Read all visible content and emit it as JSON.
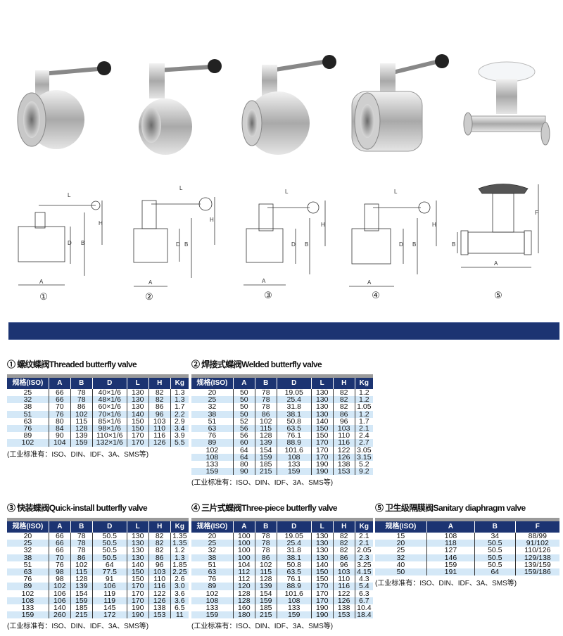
{
  "figures": {
    "numbers": [
      "①",
      "②",
      "③",
      "④",
      "⑤"
    ],
    "dimension_labels": {
      "L": "L",
      "H": "H",
      "D": "D",
      "B": "B",
      "A": "A",
      "F": "F"
    }
  },
  "colors": {
    "banner": "#1c3472",
    "header": "#1c3472",
    "alt_row": "#d4e8f7"
  },
  "tables": [
    {
      "title": "① 螺纹蝶阀Threaded butterfly valve",
      "columns": [
        "规格(ISO)",
        "A",
        "B",
        "D",
        "L",
        "H",
        "Kg"
      ],
      "rows": [
        [
          "25",
          "66",
          "78",
          "40×1/6",
          "130",
          "82",
          "1.3"
        ],
        [
          "32",
          "66",
          "78",
          "48×1/6",
          "130",
          "82",
          "1.3"
        ],
        [
          "38",
          "70",
          "86",
          "60×1/6",
          "130",
          "86",
          "1.7"
        ],
        [
          "51",
          "76",
          "102",
          "70×1/6",
          "140",
          "96",
          "2.2"
        ],
        [
          "63",
          "80",
          "115",
          "85×1/6",
          "150",
          "103",
          "2.9"
        ],
        [
          "76",
          "84",
          "128",
          "98×1/6",
          "150",
          "110",
          "3.4"
        ],
        [
          "89",
          "90",
          "139",
          "110×1/6",
          "170",
          "116",
          "3.9"
        ],
        [
          "102",
          "104",
          "159",
          "132×1/6",
          "170",
          "126",
          "5.5"
        ]
      ],
      "note": "(工业标准有：ISO、DIN、IDF、3A、SMS等)"
    },
    {
      "title": "② 焊接式蝶阀Welded butterfly valve",
      "columns": [
        "规格(ISO)",
        "A",
        "B",
        "D",
        "L",
        "H",
        "Kg"
      ],
      "rows": [
        [
          "20",
          "50",
          "78",
          "19.05",
          "130",
          "82",
          "1.2"
        ],
        [
          "25",
          "50",
          "78",
          "25.4",
          "130",
          "82",
          "1.2"
        ],
        [
          "32",
          "50",
          "78",
          "31.8",
          "130",
          "82",
          "1.05"
        ],
        [
          "38",
          "50",
          "86",
          "38.1",
          "130",
          "86",
          "1.2"
        ],
        [
          "51",
          "52",
          "102",
          "50.8",
          "140",
          "96",
          "1.7"
        ],
        [
          "63",
          "56",
          "115",
          "63.5",
          "150",
          "103",
          "2.1"
        ],
        [
          "76",
          "56",
          "128",
          "76.1",
          "150",
          "110",
          "2.4"
        ],
        [
          "89",
          "60",
          "139",
          "88.9",
          "170",
          "116",
          "2.7"
        ],
        [
          "102",
          "64",
          "154",
          "101.6",
          "170",
          "122",
          "3.05"
        ],
        [
          "108",
          "64",
          "159",
          "108",
          "170",
          "126",
          "3.15"
        ],
        [
          "133",
          "80",
          "185",
          "133",
          "190",
          "138",
          "5.2"
        ],
        [
          "159",
          "90",
          "215",
          "159",
          "190",
          "153",
          "9.2"
        ]
      ],
      "note": "(工业标准有：ISO、DIN、IDF、3A、SMS等)"
    },
    {
      "title": "③ 快装蝶阀Quick-install butterfly valve",
      "columns": [
        "规格(ISO)",
        "A",
        "B",
        "D",
        "L",
        "H",
        "Kg"
      ],
      "rows": [
        [
          "20",
          "66",
          "78",
          "50.5",
          "130",
          "82",
          "1.35"
        ],
        [
          "25",
          "66",
          "78",
          "50.5",
          "130",
          "82",
          "1.35"
        ],
        [
          "32",
          "66",
          "78",
          "50.5",
          "130",
          "82",
          "1.2"
        ],
        [
          "38",
          "70",
          "86",
          "50.5",
          "130",
          "86",
          "1.3"
        ],
        [
          "51",
          "76",
          "102",
          "64",
          "140",
          "96",
          "1.85"
        ],
        [
          "63",
          "98",
          "115",
          "77.5",
          "150",
          "103",
          "2.25"
        ],
        [
          "76",
          "98",
          "128",
          "91",
          "150",
          "110",
          "2.6"
        ],
        [
          "89",
          "102",
          "139",
          "106",
          "170",
          "116",
          "3.0"
        ],
        [
          "102",
          "106",
          "154",
          "119",
          "170",
          "122",
          "3.6"
        ],
        [
          "108",
          "106",
          "159",
          "119",
          "170",
          "126",
          "3.6"
        ],
        [
          "133",
          "140",
          "185",
          "145",
          "190",
          "138",
          "6.5"
        ],
        [
          "159",
          "260",
          "215",
          "172",
          "190",
          "153",
          "11"
        ]
      ],
      "note": "(工业标准有：ISO、DIN、IDF、3A、SMS等)"
    },
    {
      "title": "④ 三片式蝶阀Three-piece butterfly valve",
      "columns": [
        "规格(ISO)",
        "A",
        "B",
        "D",
        "L",
        "H",
        "Kg"
      ],
      "rows": [
        [
          "20",
          "100",
          "78",
          "19.05",
          "130",
          "82",
          "2.1"
        ],
        [
          "25",
          "100",
          "78",
          "25.4",
          "130",
          "82",
          "2.1"
        ],
        [
          "32",
          "100",
          "78",
          "31.8",
          "130",
          "82",
          "2.05"
        ],
        [
          "38",
          "100",
          "86",
          "38.1",
          "130",
          "86",
          "2.3"
        ],
        [
          "51",
          "104",
          "102",
          "50.8",
          "140",
          "96",
          "3.25"
        ],
        [
          "63",
          "112",
          "115",
          "63.5",
          "150",
          "103",
          "4.15"
        ],
        [
          "76",
          "112",
          "128",
          "76.1",
          "150",
          "110",
          "4.3"
        ],
        [
          "89",
          "120",
          "139",
          "88.9",
          "170",
          "116",
          "5.4"
        ],
        [
          "102",
          "128",
          "154",
          "101.6",
          "170",
          "122",
          "6.3"
        ],
        [
          "108",
          "128",
          "159",
          "108",
          "170",
          "126",
          "6.7"
        ],
        [
          "133",
          "160",
          "185",
          "133",
          "190",
          "138",
          "10.4"
        ],
        [
          "159",
          "180",
          "215",
          "159",
          "190",
          "153",
          "18.4"
        ]
      ],
      "note": "(工业标准有：ISO、DIN、IDF、3A、SMS等)"
    },
    {
      "title": "⑤ 卫生级隔膜阀Sanitary diaphragm valve",
      "columns": [
        "规格(ISO)",
        "A",
        "B",
        "F"
      ],
      "rows": [
        [
          "15",
          "108",
          "34",
          "88/99"
        ],
        [
          "20",
          "118",
          "50.5",
          "91/102"
        ],
        [
          "25",
          "127",
          "50.5",
          "110/126"
        ],
        [
          "32",
          "146",
          "50.5",
          "129/138"
        ],
        [
          "40",
          "159",
          "50.5",
          "139/159"
        ],
        [
          "50",
          "191",
          "64",
          "159/186"
        ]
      ],
      "note": "(工业标准有：ISO、DIN、IDF、3A、SMS等)"
    }
  ]
}
